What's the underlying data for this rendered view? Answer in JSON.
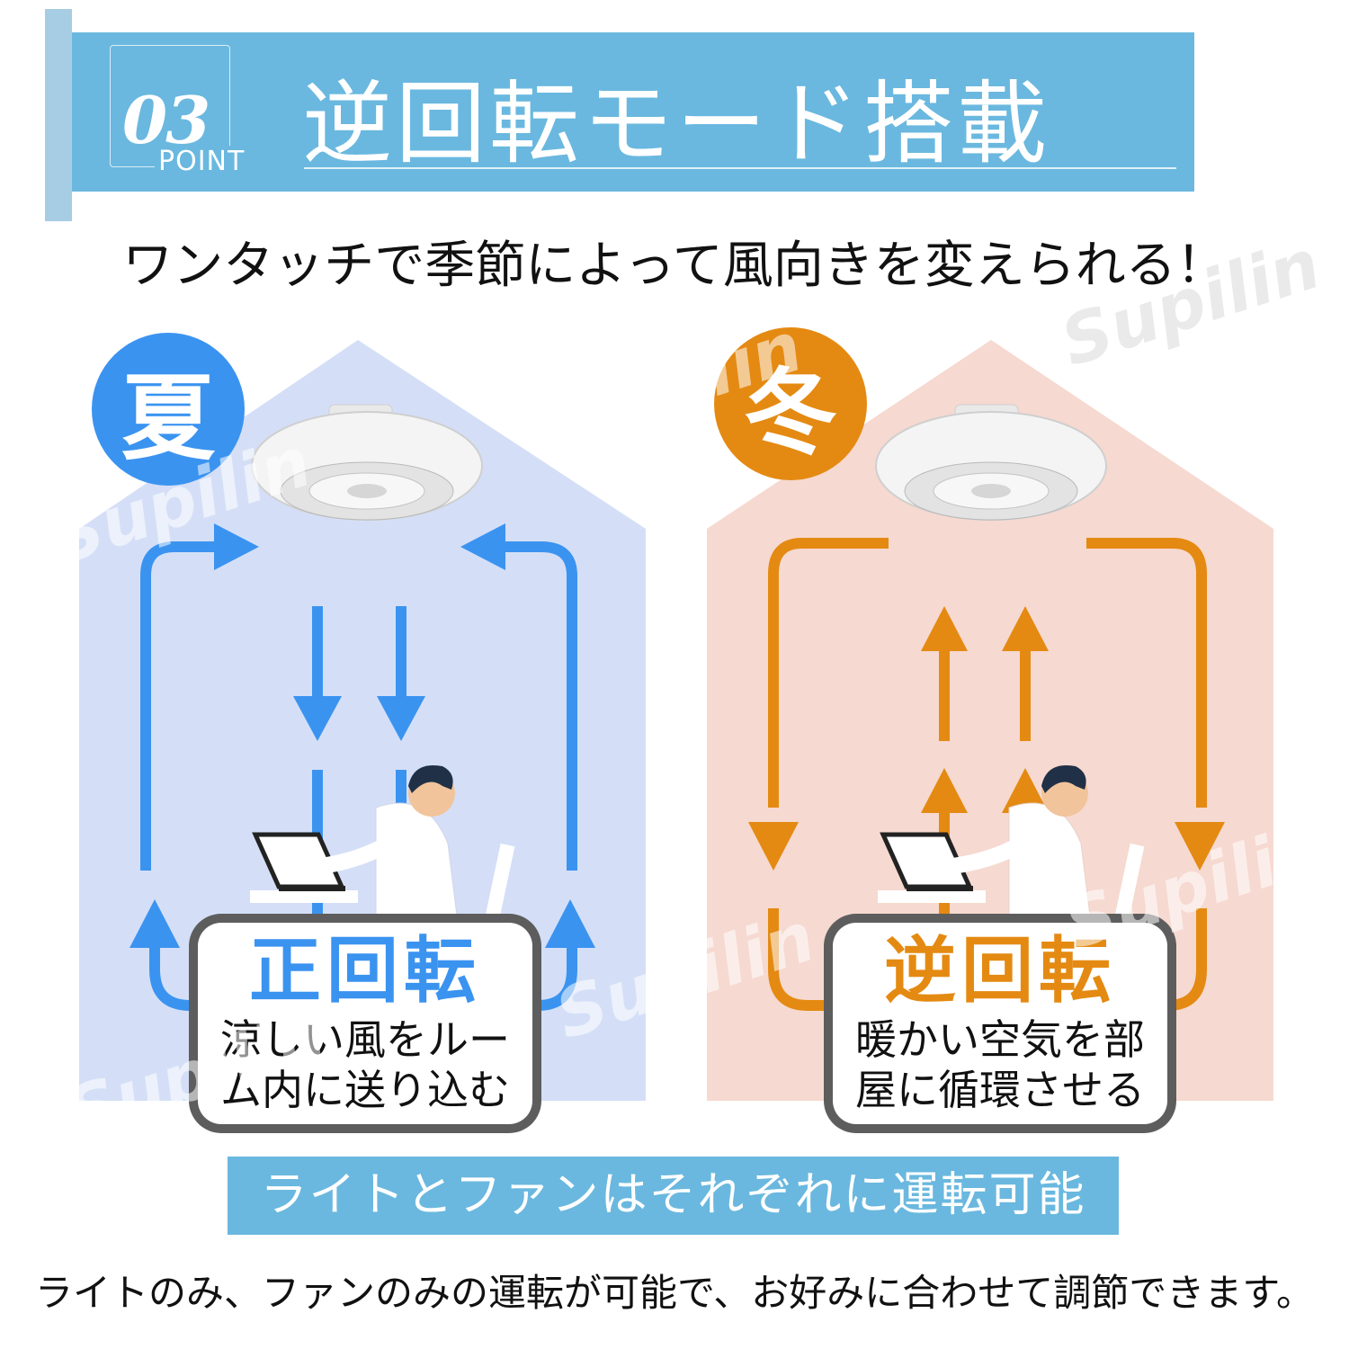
{
  "header": {
    "point_number": "03",
    "point_word": "POINT",
    "title": "逆回転モード搭載"
  },
  "subtitle": "ワンタッチで季節によって風向きを変えられる！",
  "summer": {
    "badge": "夏",
    "mode": "正回転",
    "description": "涼しい風をルー\nム内に送り込む",
    "color": "#3b93f0",
    "background": "#d4dff7"
  },
  "winter": {
    "badge": "冬",
    "mode": "逆回転",
    "description": "暖かい空気を部\n屋に循環させる",
    "color": "#e48a12",
    "background": "#f6d9d0"
  },
  "watermark": "Supilin",
  "bottom_banner": "ライトとファンはそれぞれに運転可能",
  "bottom_note": "ライトのみ、ファンのみの運転が可能で、お好みに合わせて調節できます。",
  "colors": {
    "header_blue": "#6ab8df",
    "side_bar": "#a7cde4"
  }
}
